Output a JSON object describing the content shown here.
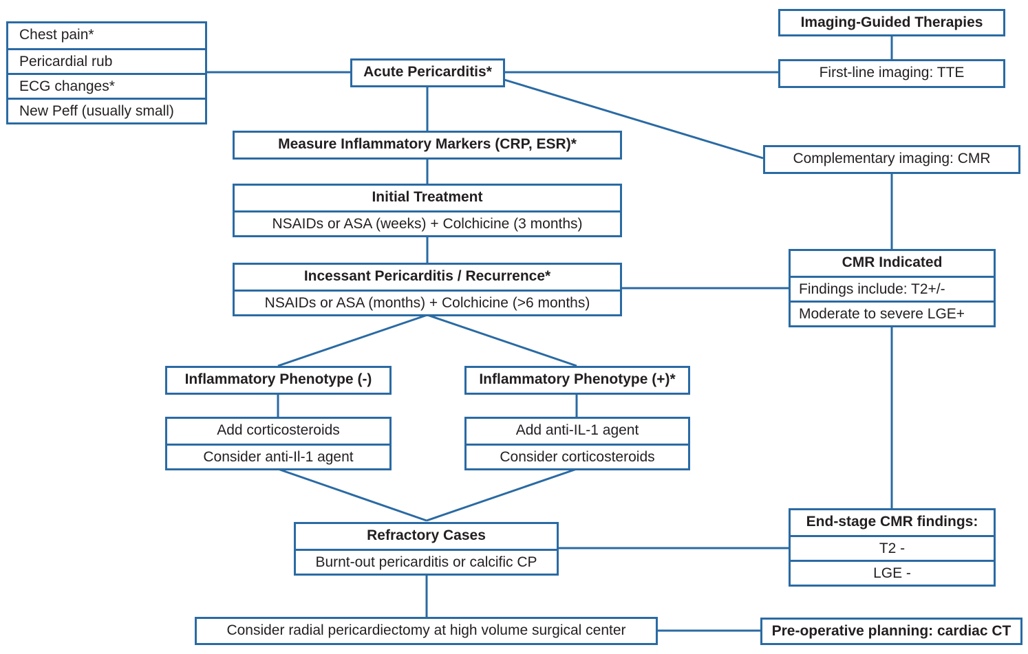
{
  "colors": {
    "line": "#2a6aa3",
    "text": "#231f20",
    "background": "#ffffff"
  },
  "symptoms": [
    "Chest pain*",
    "Pericardial rub",
    "ECG changes*",
    "New Peff (usually small)"
  ],
  "acute": {
    "title": "Acute Pericarditis*"
  },
  "markers": {
    "title": "Measure Inflammatory Markers (CRP, ESR)*"
  },
  "initial": {
    "title": "Initial Treatment",
    "detail": "NSAIDs or ASA (weeks) + Colchicine (3 months)"
  },
  "incessant": {
    "title": "Incessant Pericarditis / Recurrence*",
    "detail": "NSAIDs or ASA (months) + Colchicine (>6 months)"
  },
  "phenotype_neg": {
    "title": "Inflammatory Phenotype (-)",
    "line1": "Add corticosteroids",
    "line2": "Consider anti-Il-1 agent"
  },
  "phenotype_pos": {
    "title": "Inflammatory Phenotype (+)*",
    "line1": "Add anti-IL-1 agent",
    "line2": "Consider corticosteroids"
  },
  "refractory": {
    "title": "Refractory Cases",
    "detail": "Burnt-out pericarditis or calcific CP"
  },
  "surgery": {
    "text": "Consider radial pericardiectomy at high volume surgical center"
  },
  "imaging": {
    "header": "Imaging-Guided Therapies",
    "first_line": "First-line imaging: TTE",
    "complementary": "Complementary imaging: CMR"
  },
  "cmr_indicated": {
    "title": "CMR Indicated",
    "line1": "Findings include: T2+/-",
    "line2": "Moderate to severe LGE+"
  },
  "end_stage": {
    "title": "End-stage CMR findings:",
    "line1": "T2 -",
    "line2": "LGE -"
  },
  "preop": {
    "text": "Pre-operative planning: cardiac CT"
  }
}
